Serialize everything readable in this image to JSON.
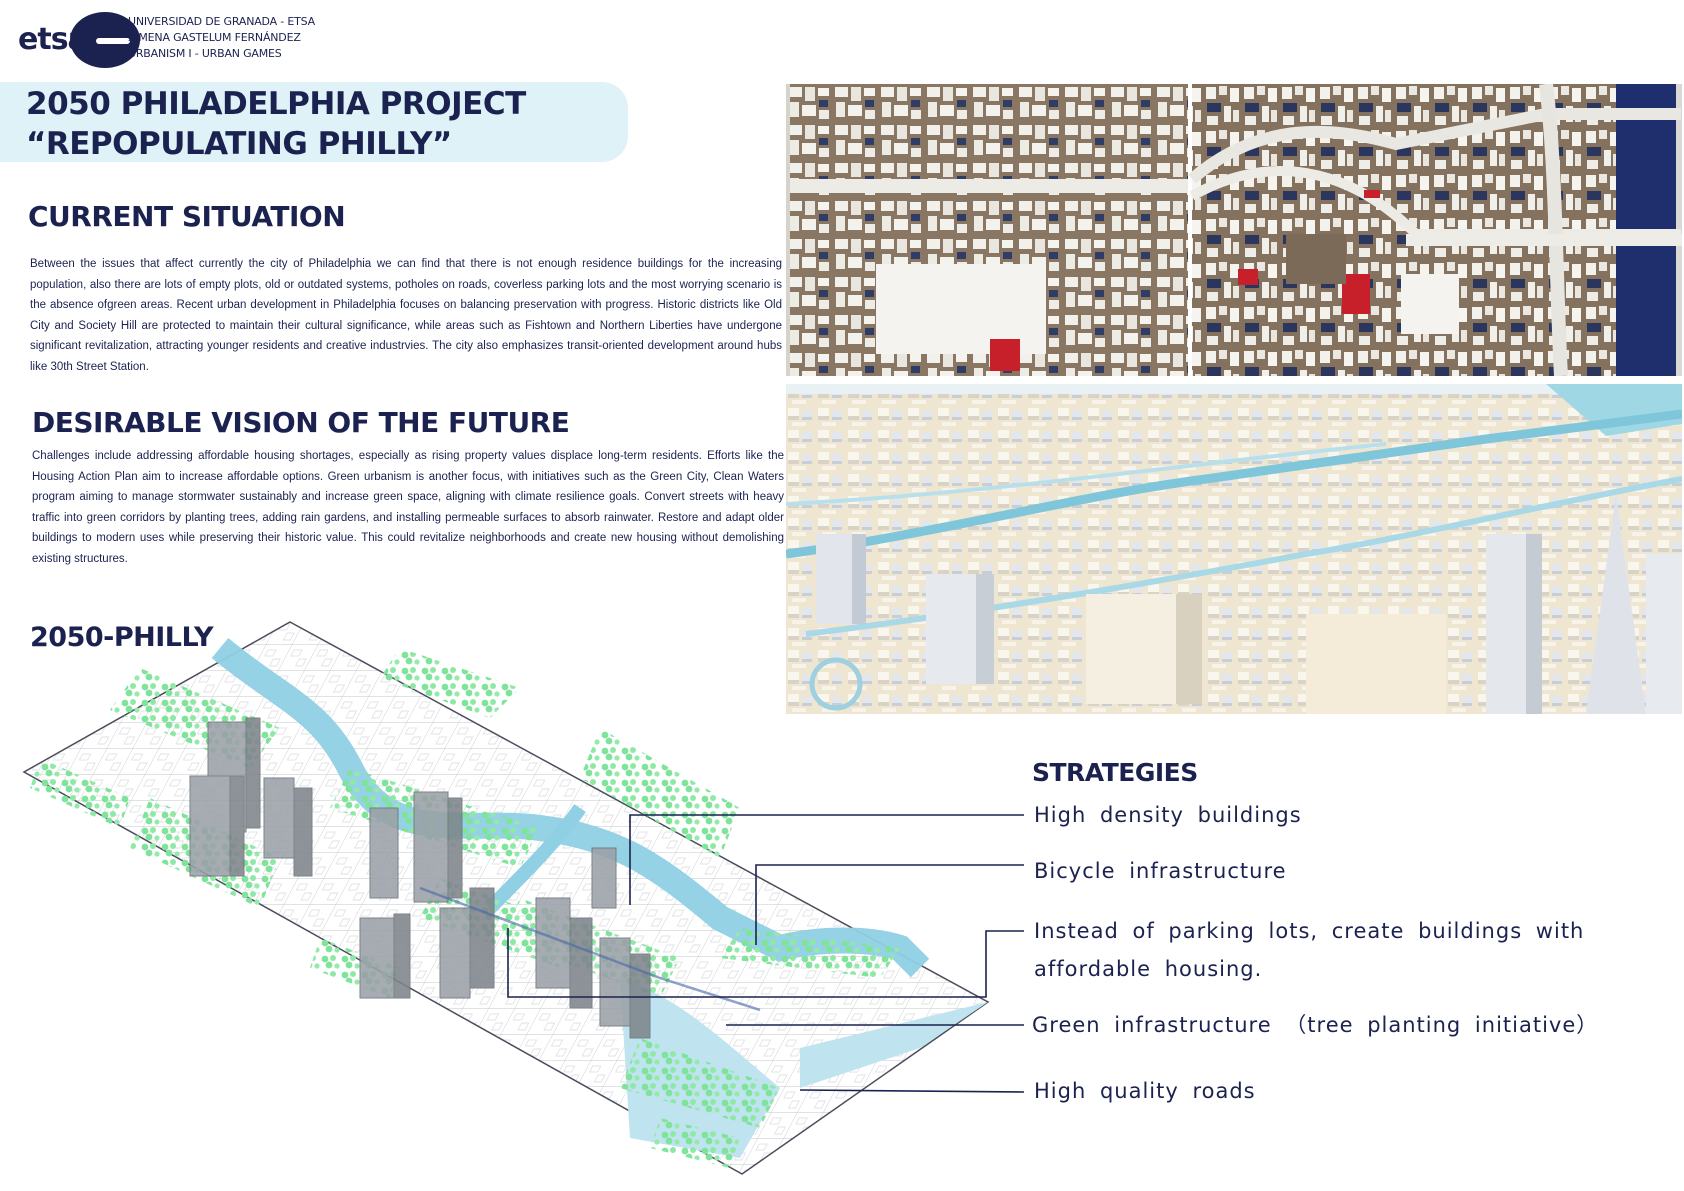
{
  "header": {
    "logo_text": "etsa",
    "credits": [
      "UNIVERSIDAD DE GRANADA - ETSA",
      "XIMENA GASTELUM FERNÁNDEZ",
      "URBANISM I - URBAN GAMES"
    ]
  },
  "title": {
    "line1": "2050 PHILADELPHIA PROJECT",
    "line2": "“REPOPULATING PHILLY”"
  },
  "current": {
    "heading": "CURRENT SITUATION",
    "text": "Between the issues that affect currently the city of Philadelphia we can find that there is not enough residence buildings for the increasing population, also there are lots of empty plots, old or outdated systems, potholes on roads, coverless parking lots and the most worrying scenario is the absence ofgreen areas. Recent urban development in Philadelphia focuses on balancing preservation with progress. Historic districts like Old City and Society Hill are protected to maintain their cultural significance, while areas such as Fishtown and Northern Liberties have undergone significant revitalization, attracting younger residents and creative industrvies. The city also emphasizes transit-oriented development around hubs like 30th Street Station."
  },
  "vision": {
    "heading": "DESIRABLE VISION OF THE FUTURE",
    "text": "Challenges include addressing affordable housing shortages, especially as rising property values displace long-term residents. Efforts like the Housing Action Plan aim to increase affordable options. Green urbanism is another focus, with initiatives such as the Green City, Clean Waters program aiming to manage stormwater sustainably and increase green space, aligning with climate resilience goals. Convert streets with heavy traffic into green corridors by planting trees, adding rain gardens, and installing permeable surfaces to absorb rainwater. Restore and adapt older buildings to modern uses while preserving their historic value. This could revitalize neighborhoods and create new housing without demolishing existing structures."
  },
  "philly": {
    "heading": "2050-PHILLY"
  },
  "strategies": {
    "heading": "STRATEGIES",
    "items": [
      "High density buildings",
      "Bicycle infrastructure",
      "Instead of parking lots, create buildings with",
      "affordable housing.",
      "Green infrastructure （tree planting initiative）",
      "High quality roads"
    ]
  },
  "colors": {
    "navy": "#1b2250",
    "title_band": "#dff2f8",
    "water": "#8fd0e4",
    "tree_green": "#7fe39a",
    "model_base": "#8a7763",
    "red_block": "#c8202a"
  }
}
